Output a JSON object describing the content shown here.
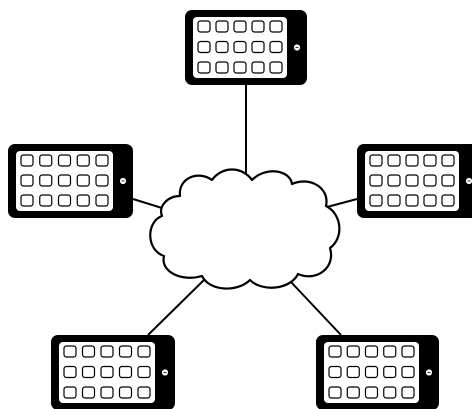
{
  "diagram": {
    "center": {
      "kind": "cloud",
      "icon": "cloud-icon",
      "label": ""
    },
    "nodes": [
      {
        "id": "tablet-top",
        "icon": "tablet-icon",
        "orientation": "landscape",
        "app_grid": {
          "rows": 3,
          "cols": 5
        },
        "home_button_side": "right"
      },
      {
        "id": "tablet-left",
        "icon": "tablet-icon",
        "orientation": "landscape",
        "app_grid": {
          "rows": 3,
          "cols": 5
        },
        "home_button_side": "right"
      },
      {
        "id": "tablet-right",
        "icon": "tablet-icon",
        "orientation": "landscape",
        "app_grid": {
          "rows": 3,
          "cols": 5
        },
        "home_button_side": "right"
      },
      {
        "id": "tablet-bottom-left",
        "icon": "tablet-icon",
        "orientation": "landscape",
        "app_grid": {
          "rows": 3,
          "cols": 5
        },
        "home_button_side": "right"
      },
      {
        "id": "tablet-bottom-right",
        "icon": "tablet-icon",
        "orientation": "landscape",
        "app_grid": {
          "rows": 3,
          "cols": 5
        },
        "home_button_side": "right"
      }
    ],
    "edges": [
      {
        "from": "cloud",
        "to": "tablet-top"
      },
      {
        "from": "cloud",
        "to": "tablet-left"
      },
      {
        "from": "cloud",
        "to": "tablet-right"
      },
      {
        "from": "cloud",
        "to": "tablet-bottom-left"
      },
      {
        "from": "cloud",
        "to": "tablet-bottom-right"
      }
    ],
    "colors": {
      "stroke": "#000000",
      "fill": "#ffffff"
    }
  }
}
